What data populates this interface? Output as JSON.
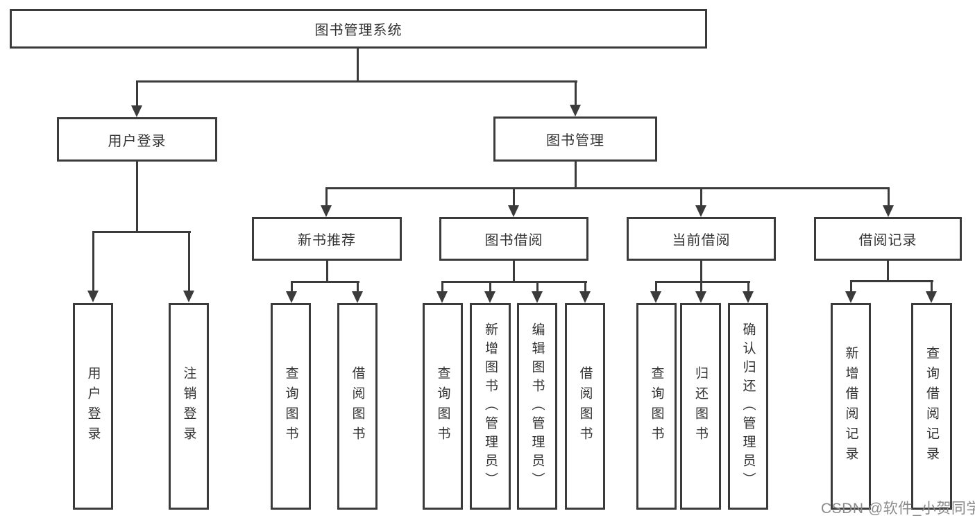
{
  "diagram": {
    "title": "图书管理系统",
    "colors": {
      "line": "#3b3b3b",
      "text": "#333333",
      "background": "#ffffff",
      "watermark": "#8a8a8a"
    },
    "nodes": {
      "root": {
        "label": "图书管理系统"
      },
      "user_login": {
        "label": "用户登录"
      },
      "book_mgmt": {
        "label": "图书管理"
      },
      "new_book_rec": {
        "label": "新书推荐"
      },
      "book_borrow": {
        "label": "图书借阅"
      },
      "current_borrow": {
        "label": "当前借阅"
      },
      "borrow_records": {
        "label": "借阅记录"
      },
      "leaf_user_login": {
        "label": "用户登录"
      },
      "leaf_logout": {
        "label": "注销登录"
      },
      "leaf_query_book_1": {
        "label": "查询图书"
      },
      "leaf_borrow_book_1": {
        "label": "借阅图书"
      },
      "leaf_query_book_2": {
        "label": "查询图书"
      },
      "leaf_add_book": {
        "label": "新增图书（管理员）"
      },
      "leaf_edit_book": {
        "label": "编辑图书（管理员）"
      },
      "leaf_borrow_book_2": {
        "label": "借阅图书"
      },
      "leaf_query_book_3": {
        "label": "查询图书"
      },
      "leaf_return_book": {
        "label": "归还图书"
      },
      "leaf_confirm_return": {
        "label": "确认归还（管理员）"
      },
      "leaf_add_borrow_record": {
        "label": "新增借阅记录"
      },
      "leaf_query_borrow_record": {
        "label": "查询借阅记录"
      }
    },
    "hierarchy": {
      "图书管理系统": {
        "用户登录": [
          "用户登录",
          "注销登录"
        ],
        "图书管理": {
          "新书推荐": [
            "查询图书",
            "借阅图书"
          ],
          "图书借阅": [
            "查询图书",
            "新增图书（管理员）",
            "编辑图书（管理员）",
            "借阅图书"
          ],
          "当前借阅": [
            "查询图书",
            "归还图书",
            "确认归还（管理员）"
          ],
          "借阅记录": [
            "新增借阅记录",
            "查询借阅记录"
          ]
        }
      }
    },
    "watermark": "CSDN @软件_小贺同学"
  }
}
